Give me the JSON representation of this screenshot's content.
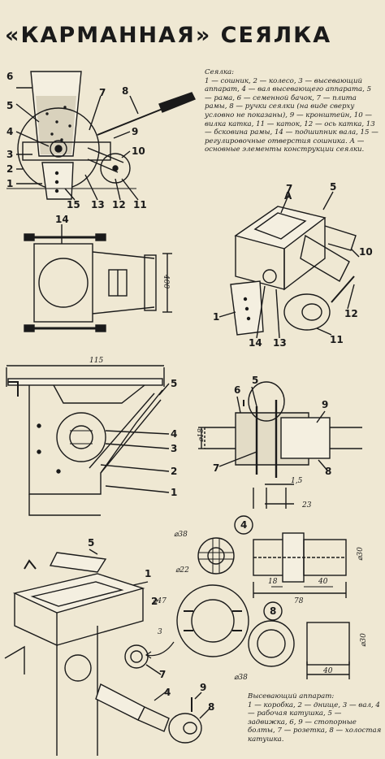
{
  "title": "«КАРМАННАЯ» СЕЯЛКА",
  "legend": {
    "heading": "Сеялка:",
    "body": "1 — сошник, 2 — колесо, 3 — высевающий аппарат, 4 — вал высевающего аппарата, 5 — рама, 6 — семенной бачок, 7 — плита рамы, 8 — ручки сеялки (на виде сверху условно не показаны), 9 — кронштейн, 10 — вилка катка, 11 — каток, 12 — ось катка, 13 — бсковина рамы, 14 — подшипник вала, 15 — регулировочные отверстия сошника. А — основные элементы конструкции сеялки."
  },
  "legend_seeder": {
    "heading": "Высевающий аппарат:",
    "body": "1 — коробка, 2 — днище, 3 — вал, 4 — рабочая катушка, 5 — задвижка, 6, 9 — стопорные болты, 7 — розетка, 8 — холостая катушка."
  },
  "labels": {
    "view_a": "А",
    "view_a_marker": "А",
    "dim_400": "400",
    "dim_115": "115",
    "dim_18": "⌀18",
    "dim_15": "1,5",
    "dim_23": "23",
    "dim_38a": "⌀38",
    "dim_22": "⌀22",
    "dim_30a": "⌀30",
    "dim_18b": "18",
    "dim_40a": "40",
    "dim_78": "78",
    "dim_47": "⌀47",
    "dim_3": "3",
    "dim_38b": "⌀38",
    "dim_30b": "⌀30",
    "dim_40b": "40",
    "callout_4": "4",
    "callout_8": "8"
  },
  "callouts": {
    "side_view": [
      "6",
      "5",
      "4",
      "3",
      "2",
      "1",
      "7",
      "8",
      "9",
      "10",
      "15",
      "13",
      "12",
      "11"
    ],
    "top_view": [
      "14"
    ],
    "view_a": [
      "7",
      "5",
      "10",
      "1",
      "14",
      "13",
      "11",
      "12"
    ],
    "box_section": [
      "5",
      "4",
      "3",
      "2",
      "1"
    ],
    "shaft_section": [
      "6",
      "5",
      "9",
      "7",
      "8"
    ],
    "exploded": [
      "5",
      "1",
      "2",
      "7",
      "4",
      "9",
      "8"
    ]
  }
}
